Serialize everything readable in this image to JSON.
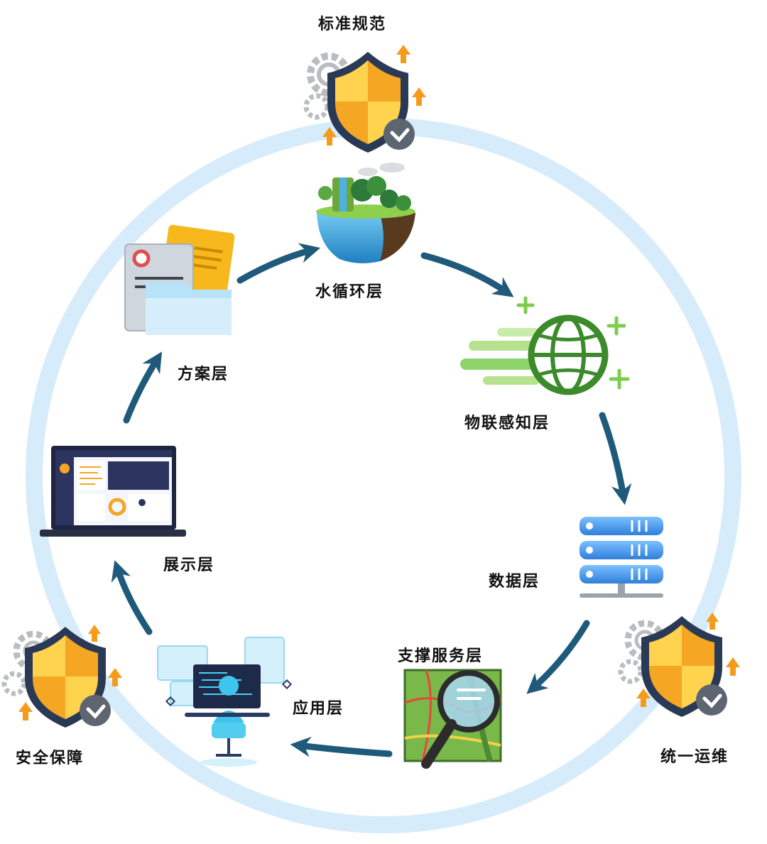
{
  "diagram": {
    "layers": {
      "water_cycle": "水循环层",
      "iot_sensing": "物联感知层",
      "data": "数据层",
      "support_service": "支撑服务层",
      "application": "应用层",
      "display": "展示层",
      "plan": "方案层"
    },
    "pillars": {
      "standards": "标准规范",
      "security": "安全保障",
      "operations": "统一运维"
    }
  },
  "colors": {
    "ring": "#d6ecfa",
    "arrow": "#1f5a7a",
    "shield_outer": "#2a3a56",
    "shield_orange": "#f5a623",
    "shield_yellow": "#ffd34d",
    "badge": "#5d6670",
    "gear": "#b9bdc2",
    "up_arrow": "#f59b1c",
    "globe": "#3c8a2b",
    "server": "#3f8fe6"
  }
}
